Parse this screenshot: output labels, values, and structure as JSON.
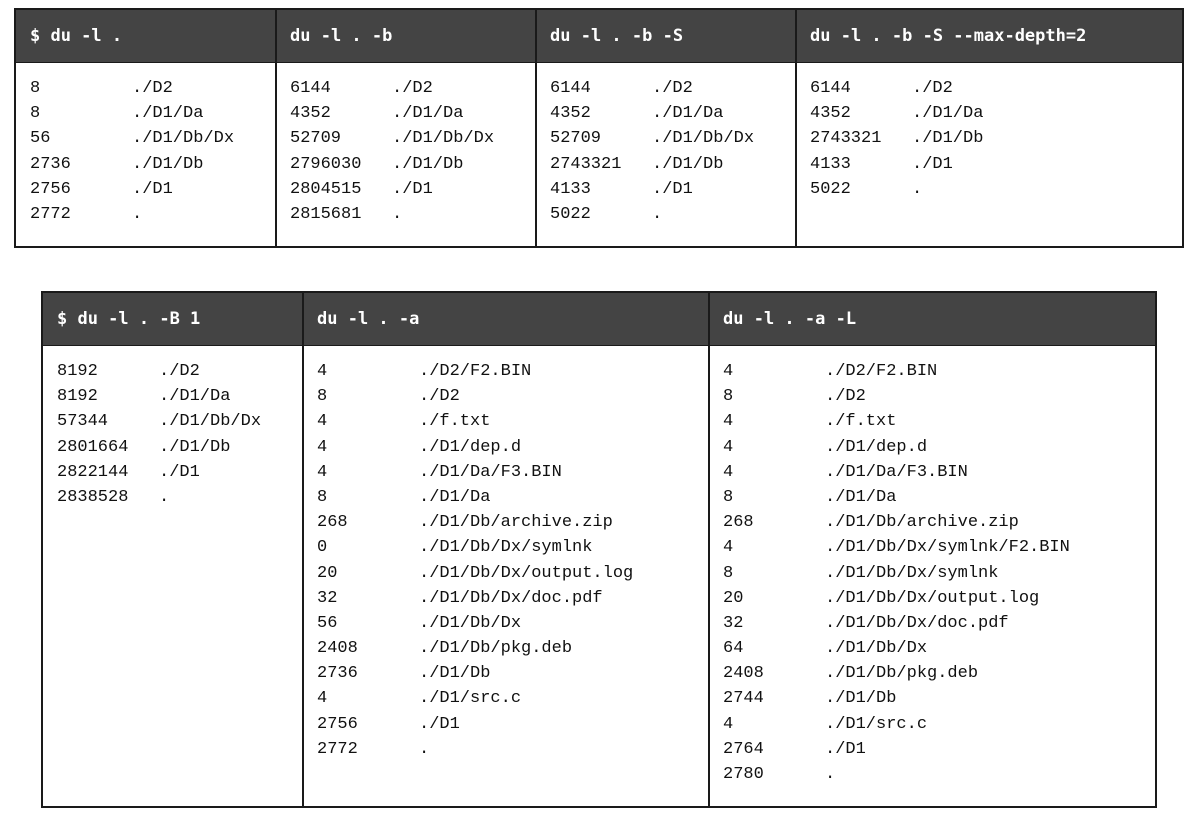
{
  "tables": [
    {
      "columns": [
        {
          "header": "$ du -l .",
          "rows": [
            [
              "8",
              "./D2"
            ],
            [
              "8",
              "./D1/Da"
            ],
            [
              "56",
              "./D1/Db/Dx"
            ],
            [
              "2736",
              "./D1/Db"
            ],
            [
              "2756",
              "./D1"
            ],
            [
              "2772",
              "."
            ]
          ]
        },
        {
          "header": "du -l . -b",
          "rows": [
            [
              "6144",
              "./D2"
            ],
            [
              "4352",
              "./D1/Da"
            ],
            [
              "52709",
              "./D1/Db/Dx"
            ],
            [
              "2796030",
              "./D1/Db"
            ],
            [
              "2804515",
              "./D1"
            ],
            [
              "2815681",
              "."
            ]
          ]
        },
        {
          "header": "du -l . -b -S",
          "rows": [
            [
              "6144",
              "./D2"
            ],
            [
              "4352",
              "./D1/Da"
            ],
            [
              "52709",
              "./D1/Db/Dx"
            ],
            [
              "2743321",
              "./D1/Db"
            ],
            [
              "4133",
              "./D1"
            ],
            [
              "5022",
              "."
            ]
          ]
        },
        {
          "header": "du -l . -b -S --max-depth=2",
          "rows": [
            [
              "6144",
              "./D2"
            ],
            [
              "4352",
              "./D1/Da"
            ],
            [
              "2743321",
              "./D1/Db"
            ],
            [
              "4133",
              "./D1"
            ],
            [
              "5022",
              "."
            ]
          ]
        }
      ]
    },
    {
      "columns": [
        {
          "header": "$ du -l . -B 1",
          "rows": [
            [
              "8192",
              "./D2"
            ],
            [
              "8192",
              "./D1/Da"
            ],
            [
              "57344",
              "./D1/Db/Dx"
            ],
            [
              "2801664",
              "./D1/Db"
            ],
            [
              "2822144",
              "./D1"
            ],
            [
              "2838528",
              "."
            ]
          ]
        },
        {
          "header": "du -l . -a",
          "rows": [
            [
              "4",
              "./D2/F2.BIN"
            ],
            [
              "8",
              "./D2"
            ],
            [
              "4",
              "./f.txt"
            ],
            [
              "4",
              "./D1/dep.d"
            ],
            [
              "4",
              "./D1/Da/F3.BIN"
            ],
            [
              "8",
              "./D1/Da"
            ],
            [
              "268",
              "./D1/Db/archive.zip"
            ],
            [
              "0",
              "./D1/Db/Dx/symlnk"
            ],
            [
              "20",
              "./D1/Db/Dx/output.log"
            ],
            [
              "32",
              "./D1/Db/Dx/doc.pdf"
            ],
            [
              "56",
              "./D1/Db/Dx"
            ],
            [
              "2408",
              "./D1/Db/pkg.deb"
            ],
            [
              "2736",
              "./D1/Db"
            ],
            [
              "4",
              "./D1/src.c"
            ],
            [
              "2756",
              "./D1"
            ],
            [
              "2772",
              "."
            ]
          ]
        },
        {
          "header": "du -l . -a -L",
          "rows": [
            [
              "4",
              "./D2/F2.BIN"
            ],
            [
              "8",
              "./D2"
            ],
            [
              "4",
              "./f.txt"
            ],
            [
              "4",
              "./D1/dep.d"
            ],
            [
              "4",
              "./D1/Da/F3.BIN"
            ],
            [
              "8",
              "./D1/Da"
            ],
            [
              "268",
              "./D1/Db/archive.zip"
            ],
            [
              "4",
              "./D1/Db/Dx/symlnk/F2.BIN"
            ],
            [
              "8",
              "./D1/Db/Dx/symlnk"
            ],
            [
              "20",
              "./D1/Db/Dx/output.log"
            ],
            [
              "32",
              "./D1/Db/Dx/doc.pdf"
            ],
            [
              "64",
              "./D1/Db/Dx"
            ],
            [
              "2408",
              "./D1/Db/pkg.deb"
            ],
            [
              "2744",
              "./D1/Db"
            ],
            [
              "4",
              "./D1/src.c"
            ],
            [
              "2764",
              "./D1"
            ],
            [
              "2780",
              "."
            ]
          ]
        }
      ]
    }
  ]
}
